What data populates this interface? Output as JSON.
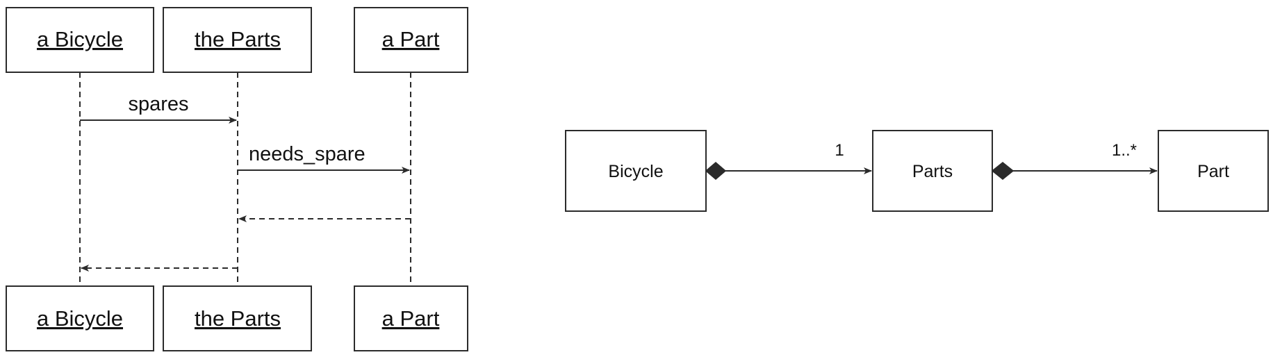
{
  "sequence_diagram": {
    "top_objects": [
      {
        "id": "bicycle",
        "label": "a Bicycle"
      },
      {
        "id": "parts",
        "label": "the Parts"
      },
      {
        "id": "part",
        "label": "a Part"
      }
    ],
    "bottom_objects": [
      {
        "id": "bicycle",
        "label": "a Bicycle"
      },
      {
        "id": "parts",
        "label": "the Parts"
      },
      {
        "id": "part",
        "label": "a Part"
      }
    ],
    "messages": [
      {
        "from": "bicycle",
        "to": "parts",
        "label": "spares",
        "kind": "call"
      },
      {
        "from": "parts",
        "to": "part",
        "label": "needs_spare",
        "kind": "call"
      },
      {
        "from": "part",
        "to": "parts",
        "label": "",
        "kind": "return"
      },
      {
        "from": "parts",
        "to": "bicycle",
        "label": "",
        "kind": "return"
      }
    ]
  },
  "class_diagram": {
    "classes": [
      {
        "id": "bicycle",
        "label": "Bicycle"
      },
      {
        "id": "parts",
        "label": "Parts"
      },
      {
        "id": "part",
        "label": "Part"
      }
    ],
    "associations": [
      {
        "from": "bicycle",
        "to": "parts",
        "kind": "composition",
        "multiplicity": "1"
      },
      {
        "from": "parts",
        "to": "part",
        "kind": "composition",
        "multiplicity": "1..*"
      }
    ]
  }
}
